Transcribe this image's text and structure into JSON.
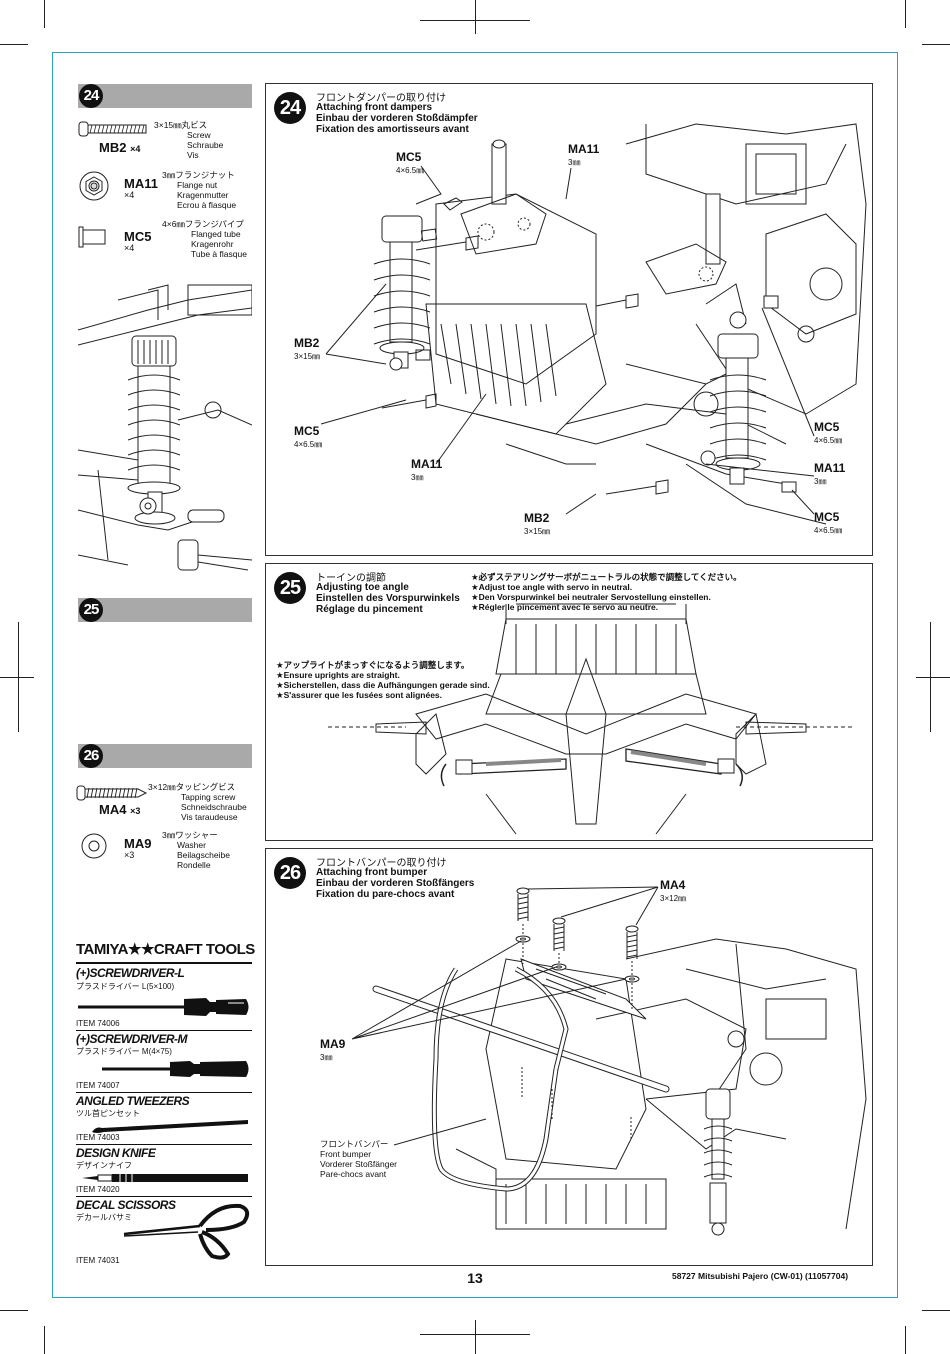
{
  "page": {
    "number": "13",
    "footer": "58727  Mitsubishi Pajero (CW-01) (11057704)"
  },
  "sidebar": {
    "step24": {
      "num": "24",
      "parts": [
        {
          "code": "MB2",
          "qty": "×4",
          "size": "3×15㎜丸ビス",
          "desc": [
            "Screw",
            "Schraube",
            "Vis"
          ]
        },
        {
          "code": "MA11",
          "qty": "×4",
          "size": "3㎜フランジナット",
          "desc": [
            "Flange nut",
            "Kragenmutter",
            "Ecrou à flasque"
          ]
        },
        {
          "code": "MC5",
          "qty": "×4",
          "size": "4×6㎜フランジパイプ",
          "desc": [
            "Flanged tube",
            "Kragenrohr",
            "Tube à flasque"
          ]
        }
      ]
    },
    "step25": {
      "num": "25"
    },
    "step26": {
      "num": "26",
      "parts": [
        {
          "code": "MA4",
          "qty": "×3",
          "size": "3×12㎜タッピングビス",
          "desc": [
            "Tapping screw",
            "Schneidschraube",
            "Vis taraudeuse"
          ]
        },
        {
          "code": "MA9",
          "qty": "×3",
          "size": "3㎜ワッシャー",
          "desc": [
            "Washer",
            "Beilagscheibe",
            "Rondelle"
          ]
        }
      ]
    },
    "tools": {
      "brand": "TAMIYA★★CRAFT TOOLS",
      "items": [
        {
          "title": "(+)SCREWDRIVER-L",
          "jp": "プラスドライバー L(5×100)",
          "item": "ITEM 74006"
        },
        {
          "title": "(+)SCREWDRIVER-M",
          "jp": "プラスドライバー M(4×75)",
          "item": "ITEM 74007"
        },
        {
          "title": "ANGLED TWEEZERS",
          "jp": "ツル首ピンセット",
          "item": "ITEM 74003"
        },
        {
          "title": "DESIGN KNIFE",
          "jp": "デザインナイフ",
          "item": "ITEM 74020"
        },
        {
          "title": "DECAL SCISSORS",
          "jp": "デカールバサミ",
          "item": "ITEM 74031"
        }
      ]
    }
  },
  "step24": {
    "num": "24",
    "title_jp": "フロントダンパーの取り付け",
    "title_lines": [
      "Attaching front dampers",
      "Einbau der vorderen Stoßdämpfer",
      "Fixation des amortisseurs avant"
    ],
    "labels": {
      "mc5_top": "MC5",
      "mc5_top_sz": "4×6.5㎜",
      "ma11_top": "MA11",
      "ma11_top_sz": "3㎜",
      "mb2_left": "MB2",
      "mb2_left_sz": "3×15㎜",
      "mc5_left": "MC5",
      "mc5_left_sz": "4×6.5㎜",
      "ma11_bottom": "MA11",
      "ma11_bottom_sz": "3㎜",
      "mb2_bottom": "MB2",
      "mb2_bottom_sz": "3×15㎜",
      "mc5_right1": "MC5",
      "mc5_right1_sz": "4×6.5㎜",
      "ma11_right": "MA11",
      "ma11_right_sz": "3㎜",
      "mc5_right2": "MC5",
      "mc5_right2_sz": "4×6.5㎜"
    }
  },
  "step25": {
    "num": "25",
    "title_jp": "トーインの調節",
    "title_lines": [
      "Adjusting toe angle",
      "Einstellen des Vorspurwinkels",
      "Réglage du pincement"
    ],
    "note1": [
      "★必ずステアリングサーボがニュートラルの状態で調整してください。",
      "★Adjust toe angle with servo in neutral.",
      "★Den Vorspurwinkel bei neutraler Servostellung einstellen.",
      "★Régler le pincement avec le servo au neutre."
    ],
    "note2": [
      "★アップライトがまっすぐになるよう調整します。",
      "★Ensure uprights are straight.",
      "★Sicherstellen, dass die Aufhängungen gerade sind.",
      "★S'assurer que les fusées sont alignées."
    ]
  },
  "step26": {
    "num": "26",
    "title_jp": "フロントバンパーの取り付け",
    "title_lines": [
      "Attaching front bumper",
      "Einbau der vorderen Stoßfängers",
      "Fixation du pare-chocs avant"
    ],
    "ma4": "MA4",
    "ma4_sz": "3×12㎜",
    "ma9": "MA9",
    "ma9_sz": "3㎜",
    "bumper_jp": "フロントバンパー",
    "bumper_lines": [
      "Front bumper",
      "Vorderer Stoßfänger",
      "Pare-chocs avant"
    ]
  }
}
